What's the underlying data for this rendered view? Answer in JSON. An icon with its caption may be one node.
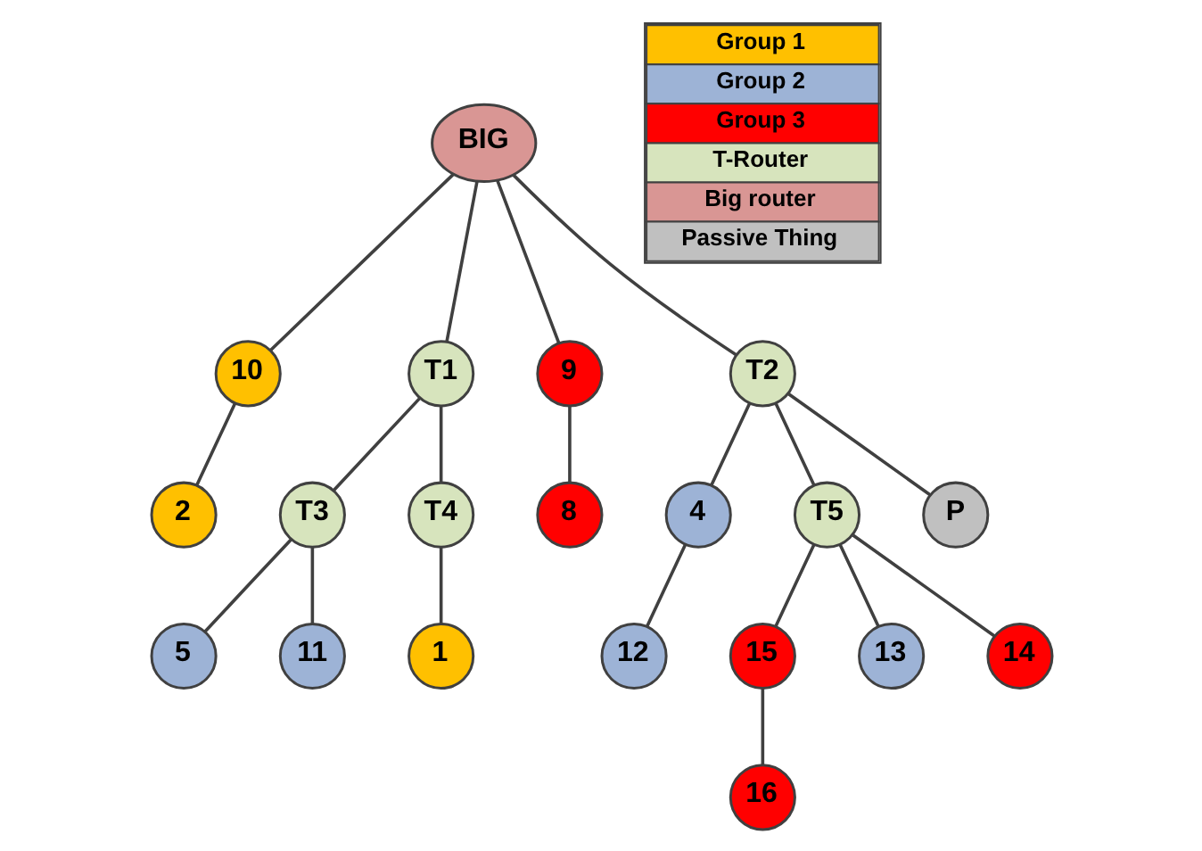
{
  "diagram": {
    "nodes": [
      {
        "text": [
          "BIG"
        ]
      },
      {
        "text": [
          "10"
        ]
      },
      {
        "text": [
          "T1"
        ]
      },
      {
        "text": [
          "9"
        ]
      },
      {
        "text": [
          "T2"
        ]
      },
      {
        "text": [
          "2"
        ]
      },
      {
        "text": [
          "T3"
        ]
      },
      {
        "text": [
          "T4"
        ]
      },
      {
        "text": [
          "8"
        ]
      },
      {
        "text": [
          "4"
        ]
      },
      {
        "text": [
          "T5"
        ]
      },
      {
        "text": [
          "P"
        ]
      },
      {
        "text": [
          "5"
        ]
      },
      {
        "text": [
          "11"
        ]
      },
      {
        "text": [
          "1"
        ]
      },
      {
        "text": [
          "12"
        ]
      },
      {
        "text": [
          "15"
        ]
      },
      {
        "text": [
          "13"
        ]
      },
      {
        "text": [
          "14"
        ]
      },
      {
        "text": [
          "16"
        ]
      }
    ],
    "edges": [
      {
        "from": 0,
        "to": 1,
        "arrow": "none"
      },
      {
        "from": 0,
        "to": 2,
        "arrow": "none"
      },
      {
        "from": 0,
        "to": 3,
        "arrow": "none"
      },
      {
        "from": 0,
        "to": 4,
        "arrow": "none"
      },
      {
        "from": 1,
        "to": 5,
        "arrow": "none"
      },
      {
        "from": 2,
        "to": 6,
        "arrow": "none"
      },
      {
        "from": 2,
        "to": 7,
        "arrow": "none"
      },
      {
        "from": 3,
        "to": 8,
        "arrow": "none"
      },
      {
        "from": 4,
        "to": 9,
        "arrow": "none"
      },
      {
        "from": 4,
        "to": 10,
        "arrow": "none"
      },
      {
        "from": 4,
        "to": 11,
        "arrow": "none"
      },
      {
        "from": 6,
        "to": 12,
        "arrow": "none"
      },
      {
        "from": 6,
        "to": 13,
        "arrow": "none"
      },
      {
        "from": 7,
        "to": 14,
        "arrow": "none"
      },
      {
        "from": 9,
        "to": 15,
        "arrow": "none"
      },
      {
        "from": 10,
        "to": 16,
        "arrow": "none"
      },
      {
        "from": 10,
        "to": 17,
        "arrow": "none"
      },
      {
        "from": 10,
        "to": 18,
        "arrow": "none"
      },
      {
        "from": 16,
        "to": 19,
        "arrow": "none"
      }
    ],
    "legend": [
      {
        "text": "Group 1",
        "color": "#ffc000"
      },
      {
        "text": "Group 2",
        "color": "#9db3d6"
      },
      {
        "text": "Group 3",
        "color": "#ff0000"
      },
      {
        "text": "T-Router",
        "color": "#d7e4bd"
      },
      {
        "text": "Big router",
        "color": "#d99694"
      },
      {
        "text": "Passive Thing",
        "color": "#c0c0c0"
      }
    ]
  }
}
